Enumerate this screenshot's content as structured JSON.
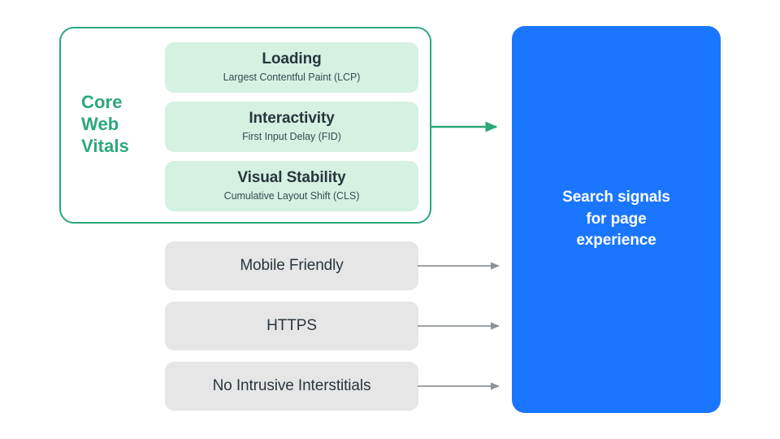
{
  "diagram": {
    "title": "Search signals for page experience",
    "colors": {
      "accent_green": "#2BA878",
      "card_green": "#D4F1E2",
      "card_gray": "#E6E6E6",
      "panel_blue": "#1B76FF",
      "text_dark": "#28363D",
      "arrow_gray": "#8E9499",
      "background": "#FFFFFF"
    }
  },
  "core_web_vitals": {
    "group_label": "Core\nWeb\nVitals",
    "group_label_lines": [
      "Core",
      "Web",
      "Vitals"
    ],
    "metrics": [
      {
        "title": "Loading",
        "subtitle": "Largest Contentful Paint (LCP)"
      },
      {
        "title": "Interactivity",
        "subtitle": "First Input Delay (FID)"
      },
      {
        "title": "Visual Stability",
        "subtitle": "Cumulative Layout Shift (CLS)"
      }
    ]
  },
  "other_signals": [
    {
      "label": "Mobile Friendly"
    },
    {
      "label": "HTTPS"
    },
    {
      "label": "No Intrusive Interstitials"
    }
  ],
  "outcome": {
    "text": "Search signals\nfor page\nexperience"
  },
  "arrows": [
    {
      "name": "core-web-vitals-arrow",
      "color": "#2BA878"
    },
    {
      "name": "mobile-friendly-arrow",
      "color": "#8E9499"
    },
    {
      "name": "https-arrow",
      "color": "#8E9499"
    },
    {
      "name": "interstitials-arrow",
      "color": "#8E9499"
    }
  ]
}
